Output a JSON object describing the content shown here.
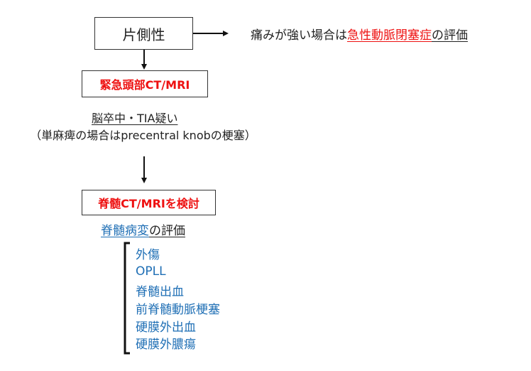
{
  "top_box": {
    "label": "片側性"
  },
  "right_note": {
    "prefix": "痛みが強い場合は",
    "highlight": "急性動脈閉塞症",
    "suffix": "の評価"
  },
  "head_box": {
    "label": "緊急頭部CT/MRI"
  },
  "stroke_note": {
    "line1": "脳卒中・TIA疑い",
    "line2": "（単麻痺の場合はprecentral knobの梗塞）"
  },
  "spine_box": {
    "label": "脊髄CT/MRIを検討"
  },
  "spine_note": {
    "highlight": "脊髄病変",
    "suffix": "の評価"
  },
  "diagnoses": [
    "外傷",
    "OPLL",
    "脊髄出血",
    "前脊髄動脈梗塞",
    "硬膜外出血",
    "硬膜外膿瘍"
  ],
  "colors": {
    "red": "#ee1111",
    "blue": "#1f6fb5",
    "line": "#111111"
  }
}
